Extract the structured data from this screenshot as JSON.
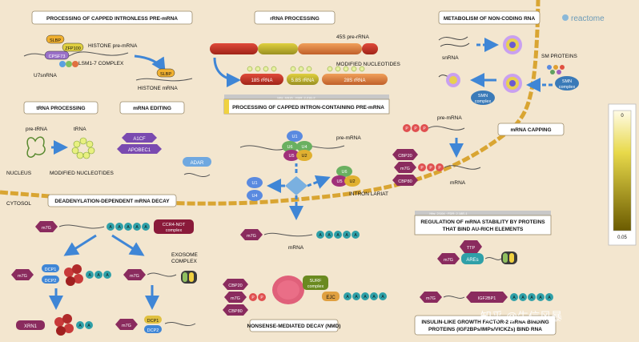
{
  "brand": "reactome",
  "watermark": "知乎 @生信风暴",
  "regions": {
    "nucleus": "NUCLEUS",
    "cytosol": "CYTOSOL"
  },
  "boxes": {
    "capped_intronless": "PROCESSING OF CAPPED INTRONLESS PRE-mRNA",
    "rrna_processing": "rRNA PROCESSING",
    "noncoding": "METABOLISM OF NON-CODING RNA",
    "trna": "tRNA PROCESSING",
    "mrna_editing": "mRNA EDITING",
    "capped_intron": "PROCESSING OF CAPPED INTRON-CONTAINING PRE-mRNA",
    "mrna_capping": "mRNA CAPPING",
    "deadenylation": "DEADENYLATION-DEPENDENT mRNA DECAY",
    "stability_line1": "REGULATION OF mRNA STABILITY BY PROTEINS",
    "stability_line2": "THAT BIND AU-RICH ELEMENTS",
    "nmd": "NONSENSE-MEDIATED DECAY (NMD)",
    "igf_line1": "INSULIN-LIKE GROWTH FACTOR-2 mRNA BINDING",
    "igf_line2": "PROTEINS (IGF2BPs/IMPs/VICKZs) BIND RNA"
  },
  "stats": {
    "capped_intron": "Hits: 4/915 · FDR: 2.21E-2",
    "stability": "Hits: 2/104 · FDR: 2.18E-1"
  },
  "labels": {
    "slbp": "SLBP",
    "zfp100": "ZFP100",
    "cpsf73": "CPSF73",
    "histone_pre": "HISTONE pre-mRNA",
    "lsm": "LSM1-7 COMPLEX",
    "u7": "U7snRNA",
    "histone_mrna": "HISTONE mRNA",
    "pre45s": "45S pre-rRNA",
    "modified_nuc": "MODIFIED NUCLEOTIDES",
    "r18s": "18S rRNA",
    "r58s": "5.8S rRNA",
    "r28s": "28S rRNA",
    "snrna": "snRNA",
    "sm_proteins": "SM PROTEINS",
    "smn": "SMN",
    "complex": "complex",
    "pre_trna": "pre-tRNA",
    "trna": "tRNA",
    "trna_mod": "MODIFIED NUCLEOTIDES",
    "a1cf": "A1CF",
    "apobec1": "APOBEC1",
    "adar": "ADAR",
    "u1": "U1",
    "u2": "U2",
    "u4": "U4",
    "u5": "U5",
    "u6": "U6",
    "pre_mrna": "pre-mRNA",
    "intron_lariat": "INTRON LARIAT",
    "mrna": "mRNA",
    "p": "P",
    "cbp20": "CBP20",
    "cbp80": "CBP80",
    "m7g": "m7G",
    "a": "A",
    "ccr4": "CCR4-NOT",
    "exosome1": "EXOSOME",
    "exosome2": "COMPLEX",
    "dcp1": "DCP1",
    "dcp2": "DCP2",
    "xrn1": "XRN1",
    "surf": "SURF",
    "ejc": "EJC",
    "ttp": "TTP",
    "ares": "AREs",
    "igf2bp1": "IGF2BP1"
  },
  "legend": {
    "max": "0",
    "min": "0.05"
  },
  "colors": {
    "background": "#f3e6cf",
    "membrane": "#d9a532",
    "accent_arrow": "#3f86d6",
    "m7g": "#8a2b5e",
    "ccr4": "#8a1a3a",
    "legend_top": "#fffbe6",
    "legend_bottom": "#6b5b00"
  }
}
